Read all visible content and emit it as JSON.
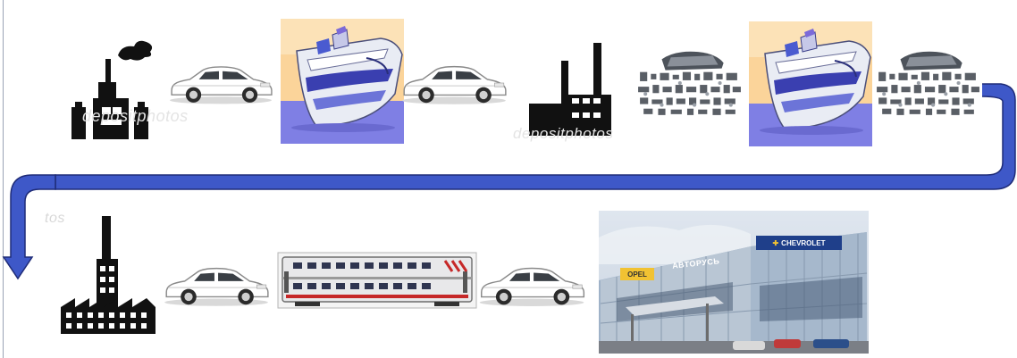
{
  "watermarks": {
    "factory1": "depositphotos",
    "factory2": "depositphotos",
    "row2_left": "tos"
  },
  "dealership": {
    "sign_opel": "OPEL",
    "sign_center": "АВТОРУСЬ",
    "sign_chevrolet": "CHEVROLET"
  },
  "colors": {
    "arrow_fill": "#3e58c8",
    "arrow_border": "#1f2c78",
    "ship_sky": "#fbd49a",
    "ship_sea": "#7f7fe4",
    "car_body": "#ffffff",
    "train_stripe": "#c62828"
  },
  "icons": [
    "factory-icon",
    "car-icon",
    "ship-icon",
    "car-parts-icon",
    "train-icon",
    "dealership-photo"
  ]
}
